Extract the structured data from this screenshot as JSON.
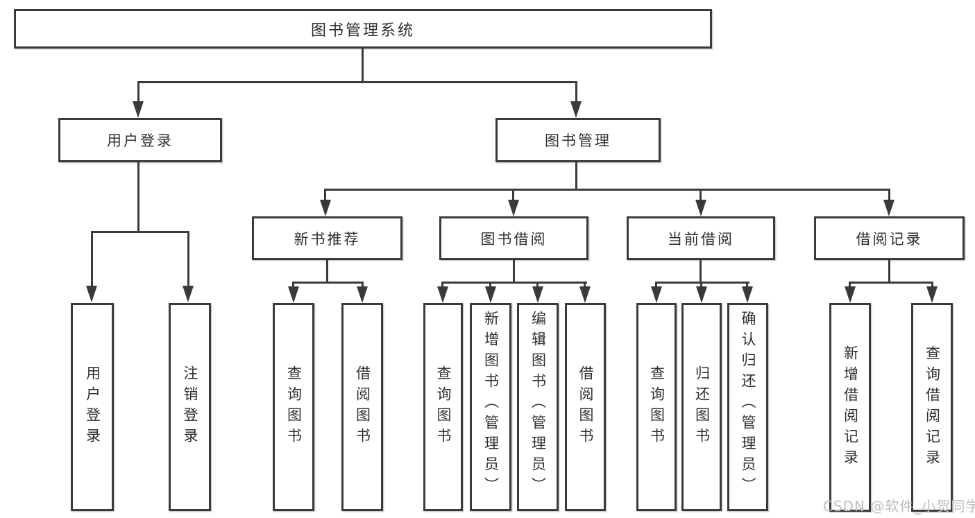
{
  "nodes": {
    "root": "图书管理系统",
    "level2": [
      "用户登录",
      "图书管理"
    ],
    "level3": [
      "新书推荐",
      "图书借阅",
      "当前借阅",
      "借阅记录"
    ],
    "leaves": [
      "用户登录",
      "注销登录",
      "查询图书",
      "借阅图书",
      "查询图书",
      "新增图书（管理员）",
      "编辑图书（管理员）",
      "借阅图书",
      "查询图书",
      "归还图书",
      "确认归还（管理员）",
      "新增借阅记录",
      "查询借阅记录"
    ]
  },
  "watermark": "CSDN @软件_小贺同学",
  "colors": {
    "line": "#3a3a3a",
    "text": "#2f2f2f",
    "watermark": "#bdbdbd",
    "background": "#ffffff"
  }
}
